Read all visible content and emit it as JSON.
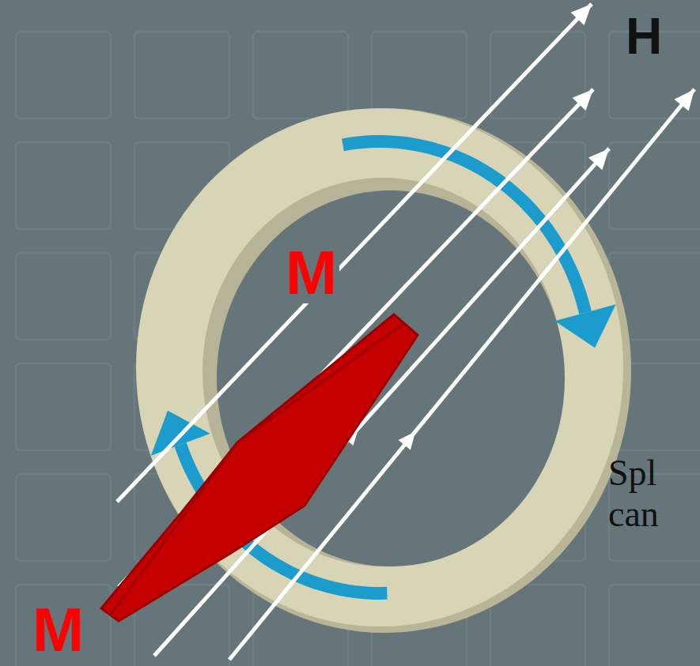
{
  "diagram": {
    "labels": [
      "H",
      "M",
      "M",
      "Spl",
      "can"
    ]
  }
}
